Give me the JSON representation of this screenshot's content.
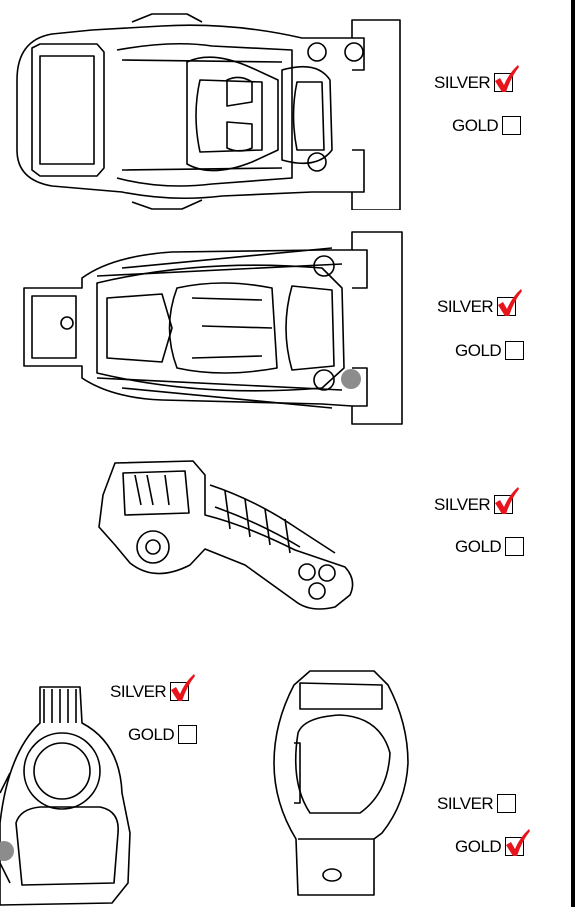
{
  "items": [
    {
      "silver": {
        "label": "SILVER",
        "checked": true
      },
      "gold": {
        "label": "GOLD",
        "checked": false
      }
    },
    {
      "silver": {
        "label": "SILVER",
        "checked": true
      },
      "gold": {
        "label": "GOLD",
        "checked": false
      }
    },
    {
      "silver": {
        "label": "SILVER",
        "checked": true
      },
      "gold": {
        "label": "GOLD",
        "checked": false
      }
    },
    {
      "silver": {
        "label": "SILVER",
        "checked": true
      },
      "gold": {
        "label": "GOLD",
        "checked": false
      }
    },
    {
      "silver": {
        "label": "SILVER",
        "checked": false
      },
      "gold": {
        "label": "GOLD",
        "checked": true
      }
    }
  ],
  "colors": {
    "check": "#e8141b",
    "line": "#000000",
    "dot": "#8c8c8c"
  }
}
